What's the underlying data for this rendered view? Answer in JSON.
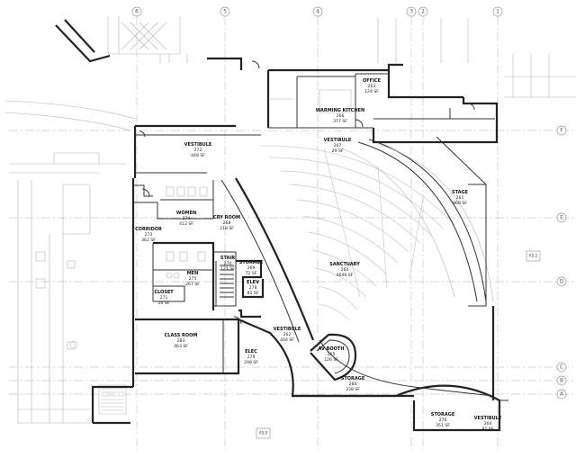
{
  "grid_columns": [
    "6",
    "5",
    "4",
    "3",
    "2",
    "1"
  ],
  "grid_rows": [
    "F",
    "E",
    "D",
    "C",
    "B",
    "A"
  ],
  "rooms": [
    {
      "name": "OFFICE",
      "number": "263",
      "area": "124 SF"
    },
    {
      "name": "WARMING KITCHEN",
      "number": "266",
      "area": "377 SF"
    },
    {
      "name": "VESTIBULE",
      "number": "272",
      "area": "448 SF"
    },
    {
      "name": "VESTIBULE",
      "number": "267",
      "area": "29 SF"
    },
    {
      "name": "STAGE",
      "number": "261",
      "area": "868 SF"
    },
    {
      "name": "WOMEN",
      "number": "274",
      "area": "412 SF"
    },
    {
      "name": "CRY ROOM",
      "number": "268",
      "area": "218 SF"
    },
    {
      "name": "CORRIDOR",
      "number": "273",
      "area": "362 SF"
    },
    {
      "name": "SANCTUARY",
      "number": "260",
      "area": "4646 SF"
    },
    {
      "name": "STAIR",
      "number": "270",
      "area": "121 SF"
    },
    {
      "name": "STORAGE",
      "number": "269",
      "area": "72 SF"
    },
    {
      "name": "MEN",
      "number": "275",
      "area": "267 SF"
    },
    {
      "name": "ELEV",
      "number": "278",
      "area": "81 SF"
    },
    {
      "name": "CLOSET",
      "number": "271",
      "area": "20 SF"
    },
    {
      "name": "VESTIBULE",
      "number": "262",
      "area": "404 SF"
    },
    {
      "name": "CLASS ROOM",
      "number": "283",
      "area": "463 SF"
    },
    {
      "name": "AV BOOTH",
      "number": "265",
      "area": "126 SF"
    },
    {
      "name": "ELEC",
      "number": "279",
      "area": "208 SF"
    },
    {
      "name": "STORAGE",
      "number": "284",
      "area": "338 SF"
    },
    {
      "name": "STORAGE",
      "number": "276",
      "area": "351 SF"
    },
    {
      "name": "VESTIBULE",
      "number": "264",
      "area": "81 SF"
    }
  ],
  "tags": [
    "A5.2",
    "A5.0"
  ],
  "colors": {
    "wall": "#222222",
    "grid": "#c8c8c8",
    "faint": "#b5b5b5"
  }
}
